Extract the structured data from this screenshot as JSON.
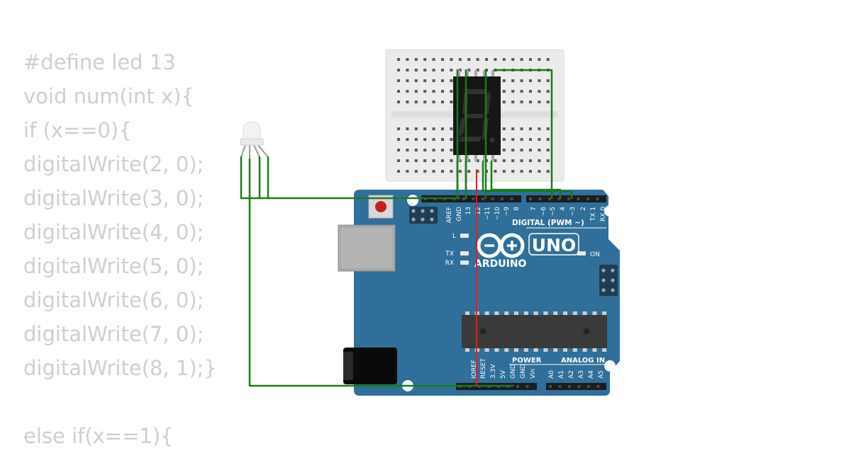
{
  "code_lines": [
    "#define led 13",
    "void num(int x){",
    "if (x==0){",
    "digitalWrite(2, 0);",
    "digitalWrite(3, 0);",
    "digitalWrite(4, 0);",
    "digitalWrite(5, 0);",
    "digitalWrite(6, 0);",
    "digitalWrite(7, 0);",
    "digitalWrite(8, 1);}",
    "",
    "else if(x==1){"
  ],
  "board": {
    "brand": "ARDUINO",
    "model": "UNO",
    "digital_header": "DIGITAL (PWM ~)",
    "power_header": "POWER",
    "analog_header": "ANALOG IN",
    "led_l": "L",
    "led_tx": "TX",
    "led_rx": "RX",
    "led_on": "ON",
    "digital_pins": [
      "AREF",
      "GND",
      "13",
      "12",
      "~11",
      "~10",
      "~9",
      "8",
      "7",
      "~6",
      "~5",
      "4",
      "~3",
      "2",
      "TX 1",
      "RX 0"
    ],
    "power_pins": [
      "IOREF",
      "RESET",
      "3.3V",
      "5V",
      "GND",
      "GND",
      "Vin"
    ],
    "analog_pins": [
      "A0",
      "A1",
      "A2",
      "A3",
      "A4",
      "A5"
    ]
  },
  "colors": {
    "code_text": "#cfcfcf",
    "board": "#2f6f9a",
    "breadboard": "#ebebeb",
    "wire_green": "#1a7a1a",
    "wire_red": "#e0201a",
    "display_body": "#161616"
  }
}
